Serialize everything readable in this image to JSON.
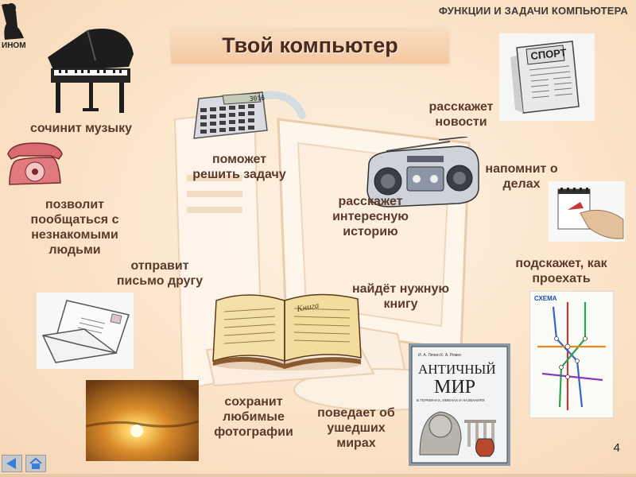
{
  "header": {
    "section_title": "ФУНКЦИИ И ЗАДАЧИ КОМПЬЮТЕРА",
    "logo_text": "ИНОМ"
  },
  "title": "Твой компьютер",
  "captions": {
    "music": [
      "сочинит музыку"
    ],
    "task": [
      "поможет",
      "решить задачу"
    ],
    "news": [
      "расскажет",
      "новости"
    ],
    "remind": [
      "напомнит о",
      "делах"
    ],
    "talk": [
      "позволит",
      "пообщаться с",
      "незнакомыми",
      "людьми"
    ],
    "story": [
      "расскажет",
      "интересную",
      "историю"
    ],
    "letter": [
      "отправит",
      "письмо другу"
    ],
    "book": [
      "найдёт нужную",
      "книгу"
    ],
    "route": [
      "подскажет, как",
      "проехать"
    ],
    "photos": [
      "сохранит",
      "любимые",
      "фотографии"
    ],
    "worlds": [
      "поведает об",
      "ушедших",
      "мирах"
    ]
  },
  "images": {
    "calculator_display": "3016",
    "newspaper_title": "СПОРТ",
    "book_label": "Книга",
    "metro_map_title": "СХЕМА",
    "history_book_authors": "И. А. Ляпин   К. А. Ремес",
    "history_book_title_line1": "АНТИЧНЫЙ",
    "history_book_title_line2": "МИР",
    "history_book_subtitle": "В ТЕРМИНАХ, ИМЕНАХ И НАЗВАНИЯХ"
  },
  "page_number": "4",
  "colors": {
    "background": "#fbe6cf",
    "caption": "#5a3a2a",
    "title": "#4a2a1a"
  },
  "icons": {
    "back": "back-arrow-icon",
    "home": "home-icon"
  }
}
